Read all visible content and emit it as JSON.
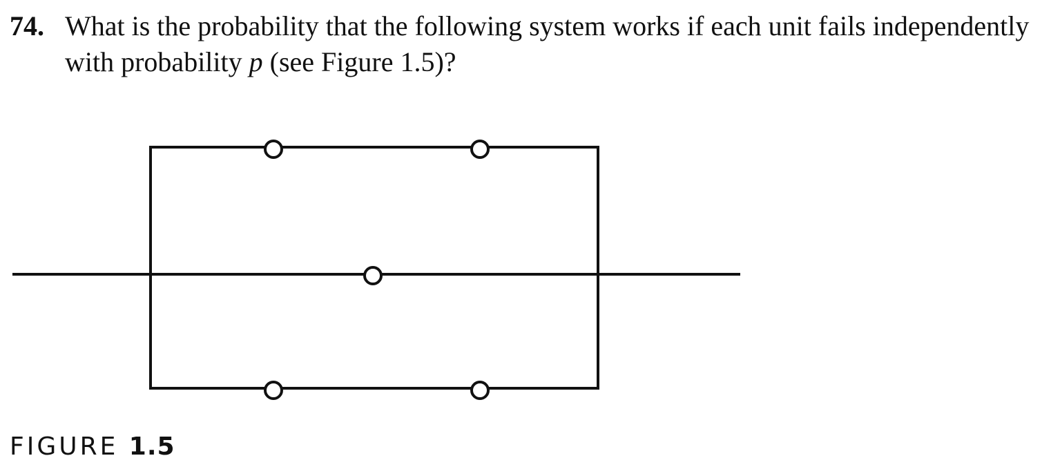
{
  "problem": {
    "number": "74.",
    "text_before": "What is the probability that the following system works if each unit fails independently with probability ",
    "variable": "p",
    "text_after": " (see Figure 1.5)?"
  },
  "figure": {
    "caption_label": "FIGURE",
    "caption_number": "1.5",
    "units": [
      {
        "branch": "top",
        "index": 1
      },
      {
        "branch": "top",
        "index": 2
      },
      {
        "branch": "middle",
        "index": 1
      },
      {
        "branch": "bottom",
        "index": 1
      },
      {
        "branch": "bottom",
        "index": 2
      }
    ],
    "line_color": "#111111"
  }
}
